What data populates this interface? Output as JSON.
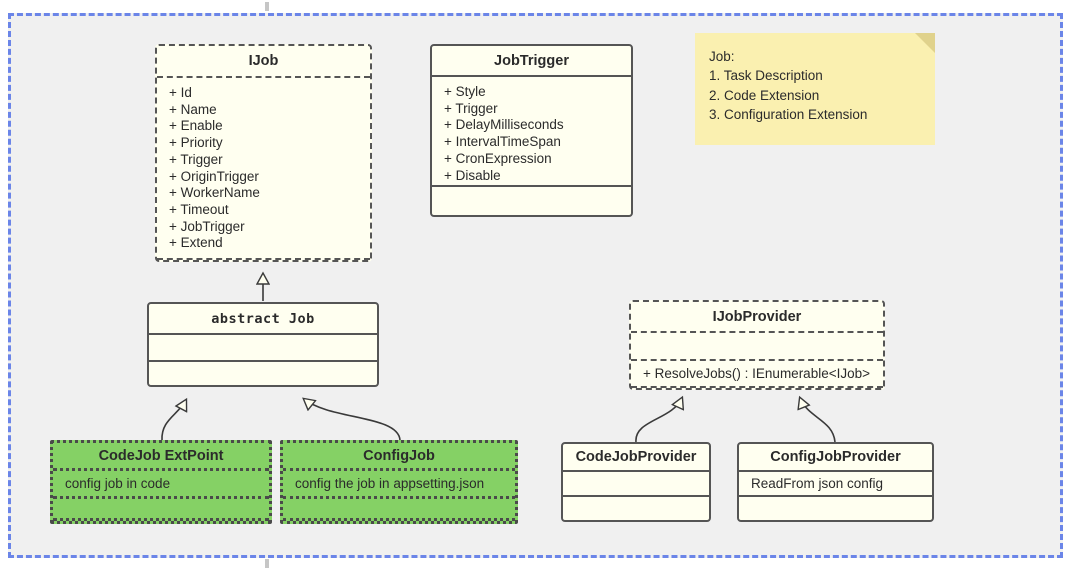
{
  "canvas": {
    "selection_border_color": "#6b85e8",
    "background_color": "#f0f0f0",
    "class_fill_color": "#fffff0",
    "highlight_fill_color": "#85d165",
    "note_fill_color": "#faf0b0",
    "line_color": "#555555"
  },
  "classes": {
    "ijob": {
      "name": "IJob",
      "stereotype": "interface",
      "border": "dashed",
      "attributes": [
        "+ Id",
        "+ Name",
        "+ Enable",
        "+ Priority",
        "+ Trigger",
        "+ OriginTrigger",
        "+ WorkerName",
        "+ Timeout",
        "+ JobTrigger",
        "+ Extend"
      ]
    },
    "jobtrigger": {
      "name": "JobTrigger",
      "border": "solid",
      "attributes": [
        "+ Style",
        "+ Trigger",
        "+ DelayMilliseconds",
        "+ IntervalTimeSpan",
        "+ CronExpression",
        "+ Disable"
      ],
      "methods": []
    },
    "abstract_job": {
      "name": "abstract  Job",
      "border": "solid",
      "attributes": [],
      "methods": []
    },
    "ijobprovider": {
      "name": "IJobProvider",
      "stereotype": "interface",
      "border": "dashed",
      "attributes": [],
      "methods": [
        "+ ResolveJobs() : IEnumerable<IJob>"
      ]
    },
    "codejob_extpoint": {
      "name": "CodeJob ExtPoint",
      "border": "dotted",
      "highlight": true,
      "attributes": [
        "config job in code"
      ],
      "methods": []
    },
    "configjob": {
      "name": "ConfigJob",
      "border": "dotted",
      "highlight": true,
      "attributes": [
        "config the job in appsetting.json"
      ],
      "methods": []
    },
    "codejobprovider": {
      "name": "CodeJobProvider",
      "border": "solid",
      "attributes": [],
      "methods": []
    },
    "configjobprovider": {
      "name": "ConfigJobProvider",
      "border": "solid",
      "attributes": [
        "ReadFrom json config"
      ],
      "methods": []
    }
  },
  "note": {
    "lines": [
      "Job:",
      "1. Task Description",
      "2. Code Extension",
      "3. Configuration Extension"
    ]
  },
  "relationships": [
    {
      "from": "abstract_job",
      "to": "ijob",
      "type": "realization"
    },
    {
      "from": "codejob_extpoint",
      "to": "abstract_job",
      "type": "generalization"
    },
    {
      "from": "configjob",
      "to": "abstract_job",
      "type": "generalization"
    },
    {
      "from": "codejobprovider",
      "to": "ijobprovider",
      "type": "realization"
    },
    {
      "from": "configjobprovider",
      "to": "ijobprovider",
      "type": "realization"
    }
  ]
}
